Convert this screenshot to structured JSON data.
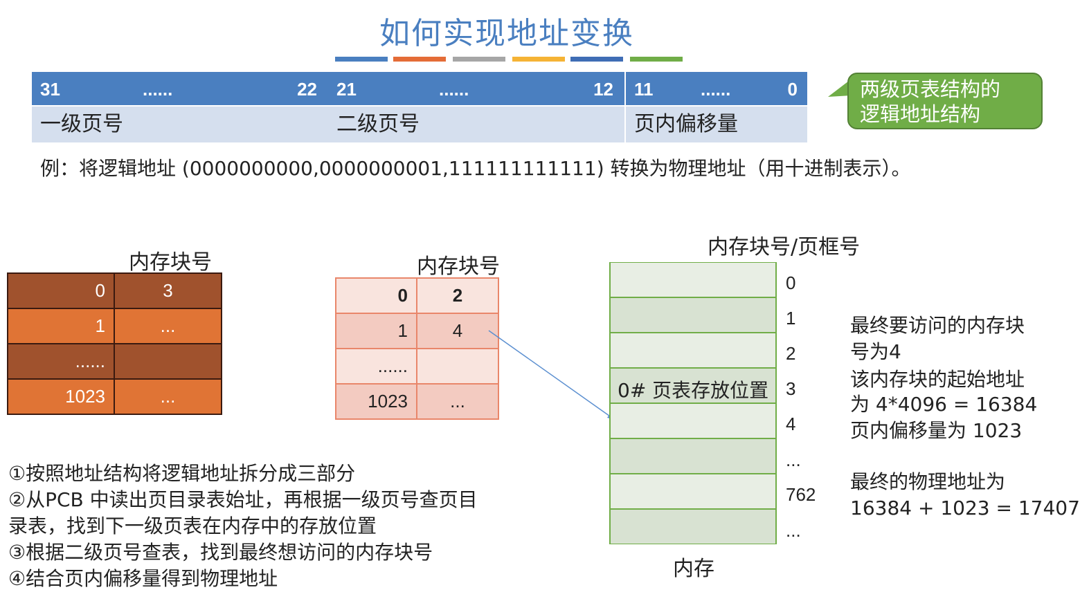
{
  "title": "如何实现地址变换",
  "colors": {
    "title": "#4a7fc0",
    "header_blue": "#4a7fc0",
    "label_bg": "#d5dfee",
    "callout_green": "#70ad47",
    "bars": [
      "#4a7fc0",
      "#e46c37",
      "#a6a6a6",
      "#f5b335",
      "#3f6db5",
      "#70ad47"
    ]
  },
  "address_structure": [
    {
      "high": "31",
      "dots": "......",
      "low": "22",
      "label": "一级页号"
    },
    {
      "high": "21",
      "dots": "......",
      "low": "12",
      "label": "二级页号"
    },
    {
      "high": "11",
      "dots": "......",
      "low": "0",
      "label": "页内偏移量"
    }
  ],
  "callout": {
    "line1": "两级页表结构的",
    "line2": "逻辑地址结构"
  },
  "example_text": "例：将逻辑地址 (0000000000,0000000001,111111111111) 转换为物理地址（用十进制表示）。",
  "page_directory": {
    "caption": "内存块号",
    "rows": [
      [
        "0",
        "3"
      ],
      [
        "1",
        "..."
      ],
      [
        "......",
        ""
      ],
      [
        "1023",
        "..."
      ]
    ]
  },
  "page_table": {
    "caption": "内存块号",
    "rows": [
      [
        "0",
        "2"
      ],
      [
        "1",
        "4"
      ],
      [
        "......",
        ""
      ],
      [
        "1023",
        "..."
      ]
    ]
  },
  "memory": {
    "caption": "内存块号/页框号",
    "bottom_label": "内存",
    "block3_text": "0# 页表存放位置",
    "indices": [
      "0",
      "1",
      "2",
      "3",
      "4",
      "...",
      "762",
      "..."
    ]
  },
  "notes": {
    "n1": "最终要访问的内存块",
    "n2": "号为4",
    "n3": "该内存块的起始地址",
    "n4": "为 4*4096 = 16384",
    "n5": "页内偏移量为 1023",
    "n6": "最终的物理地址为",
    "n7": "16384 + 1023 = 17407"
  },
  "steps": [
    "①按照地址结构将逻辑地址拆分成三部分",
    "②从PCB 中读出页目录表始址，再根据一级页号查页目",
    "录表，找到下一级页表在内存中的存放位置",
    "③根据二级页号查表，找到最终想访问的内存块号",
    "④结合页内偏移量得到物理地址"
  ]
}
